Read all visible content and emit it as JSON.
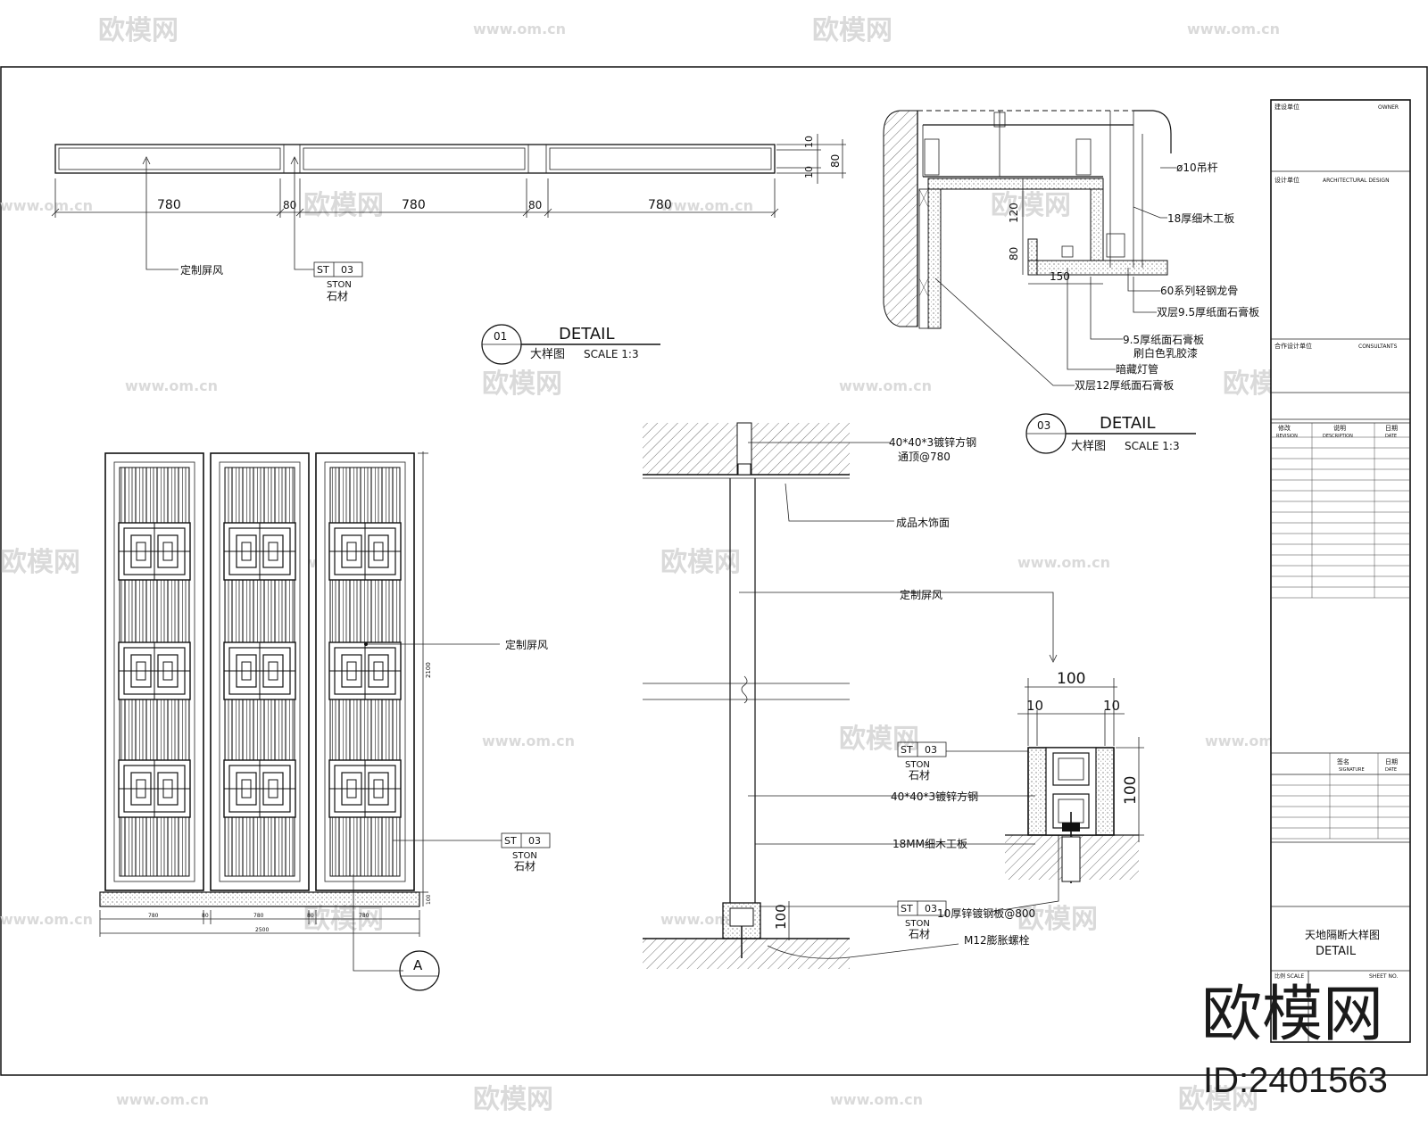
{
  "watermark": {
    "site": "www.om.cn",
    "brand": "欧模网"
  },
  "detail01": {
    "dims": {
      "panel_a": "780",
      "gap_a": "80",
      "panel_b": "780",
      "gap_b": "80",
      "panel_c": "780",
      "height_top": "10",
      "height_total": "80",
      "height_bottom": "10"
    },
    "labels": {
      "screen": "定制屏风",
      "st_code": "ST",
      "st_num": "03",
      "ston": "STON",
      "stone": "石材"
    },
    "title": {
      "num": "01",
      "detail": "DETAIL",
      "sub": "大样图",
      "scale": "SCALE  1:3"
    }
  },
  "detail03": {
    "labels": {
      "rod": "ø10吊杆",
      "board18": "18厚细木工板",
      "keel": "60系列轻钢龙骨",
      "double95": "双层9.5厚纸面石膏板",
      "single95": "9.5厚纸面石膏板",
      "paint": "刷白色乳胶漆",
      "lamp": "暗藏灯管",
      "double12": "双层12厚纸面石膏板"
    },
    "dims": {
      "d120": "120",
      "d80": "80",
      "d150": "150"
    },
    "title": {
      "num": "03",
      "detail": "DETAIL",
      "sub": "大样图",
      "scale": "SCALE  1:3"
    }
  },
  "elevation": {
    "labels": {
      "screen": "定制屏风",
      "st_code": "ST",
      "st_num": "03",
      "ston": "STON",
      "stone": "石材"
    },
    "section_marker": "A",
    "small_dims": {
      "height": "2100",
      "base": "100",
      "w1": "780",
      "g1": "80",
      "w2": "780",
      "g2": "80",
      "w3": "780",
      "total": "2500"
    }
  },
  "section": {
    "labels": {
      "steel_top": "40*40*3镀锌方钢",
      "steel_top2": "通顶@780",
      "wood_face": "成品木饰面",
      "screen": "定制屏风",
      "steel": "40*40*3镀锌方钢",
      "board": "18MM细木工板",
      "plate": "10厚锌镀钢板@800",
      "bolt": "M12膨胀螺栓",
      "st_code": "ST",
      "st_num": "03",
      "ston": "STON",
      "stone": "石材"
    },
    "dims": {
      "w100": "100",
      "w10a": "10",
      "w10b": "10",
      "h100": "100",
      "base100": "100"
    }
  },
  "title_block": {
    "owner_cn": "建设单位",
    "owner_en": "OWNER",
    "arch_cn": "设计单位",
    "arch_en": "ARCHITECTURAL DESIGN",
    "consult_cn": "合作设计单位",
    "consult_en": "CONSULTANTS",
    "rev_cn": "修改",
    "rev_en": "REVISION",
    "desc_cn": "说明",
    "desc_en": "DESCRIPTION",
    "date_cn": "日期",
    "date_en": "DATE",
    "sign_cn": "签名",
    "sign_en": "SIGNATURE",
    "date2_cn": "日期",
    "date2_en": "DATE",
    "drawing_cn": "天地隔断大样图",
    "drawing_en": "DETAIL",
    "scale_lbl": "比例 SCALE",
    "sheet_lbl": "SHEET NO."
  },
  "overlay": {
    "brand": "欧模网",
    "id": "ID:2401563"
  }
}
